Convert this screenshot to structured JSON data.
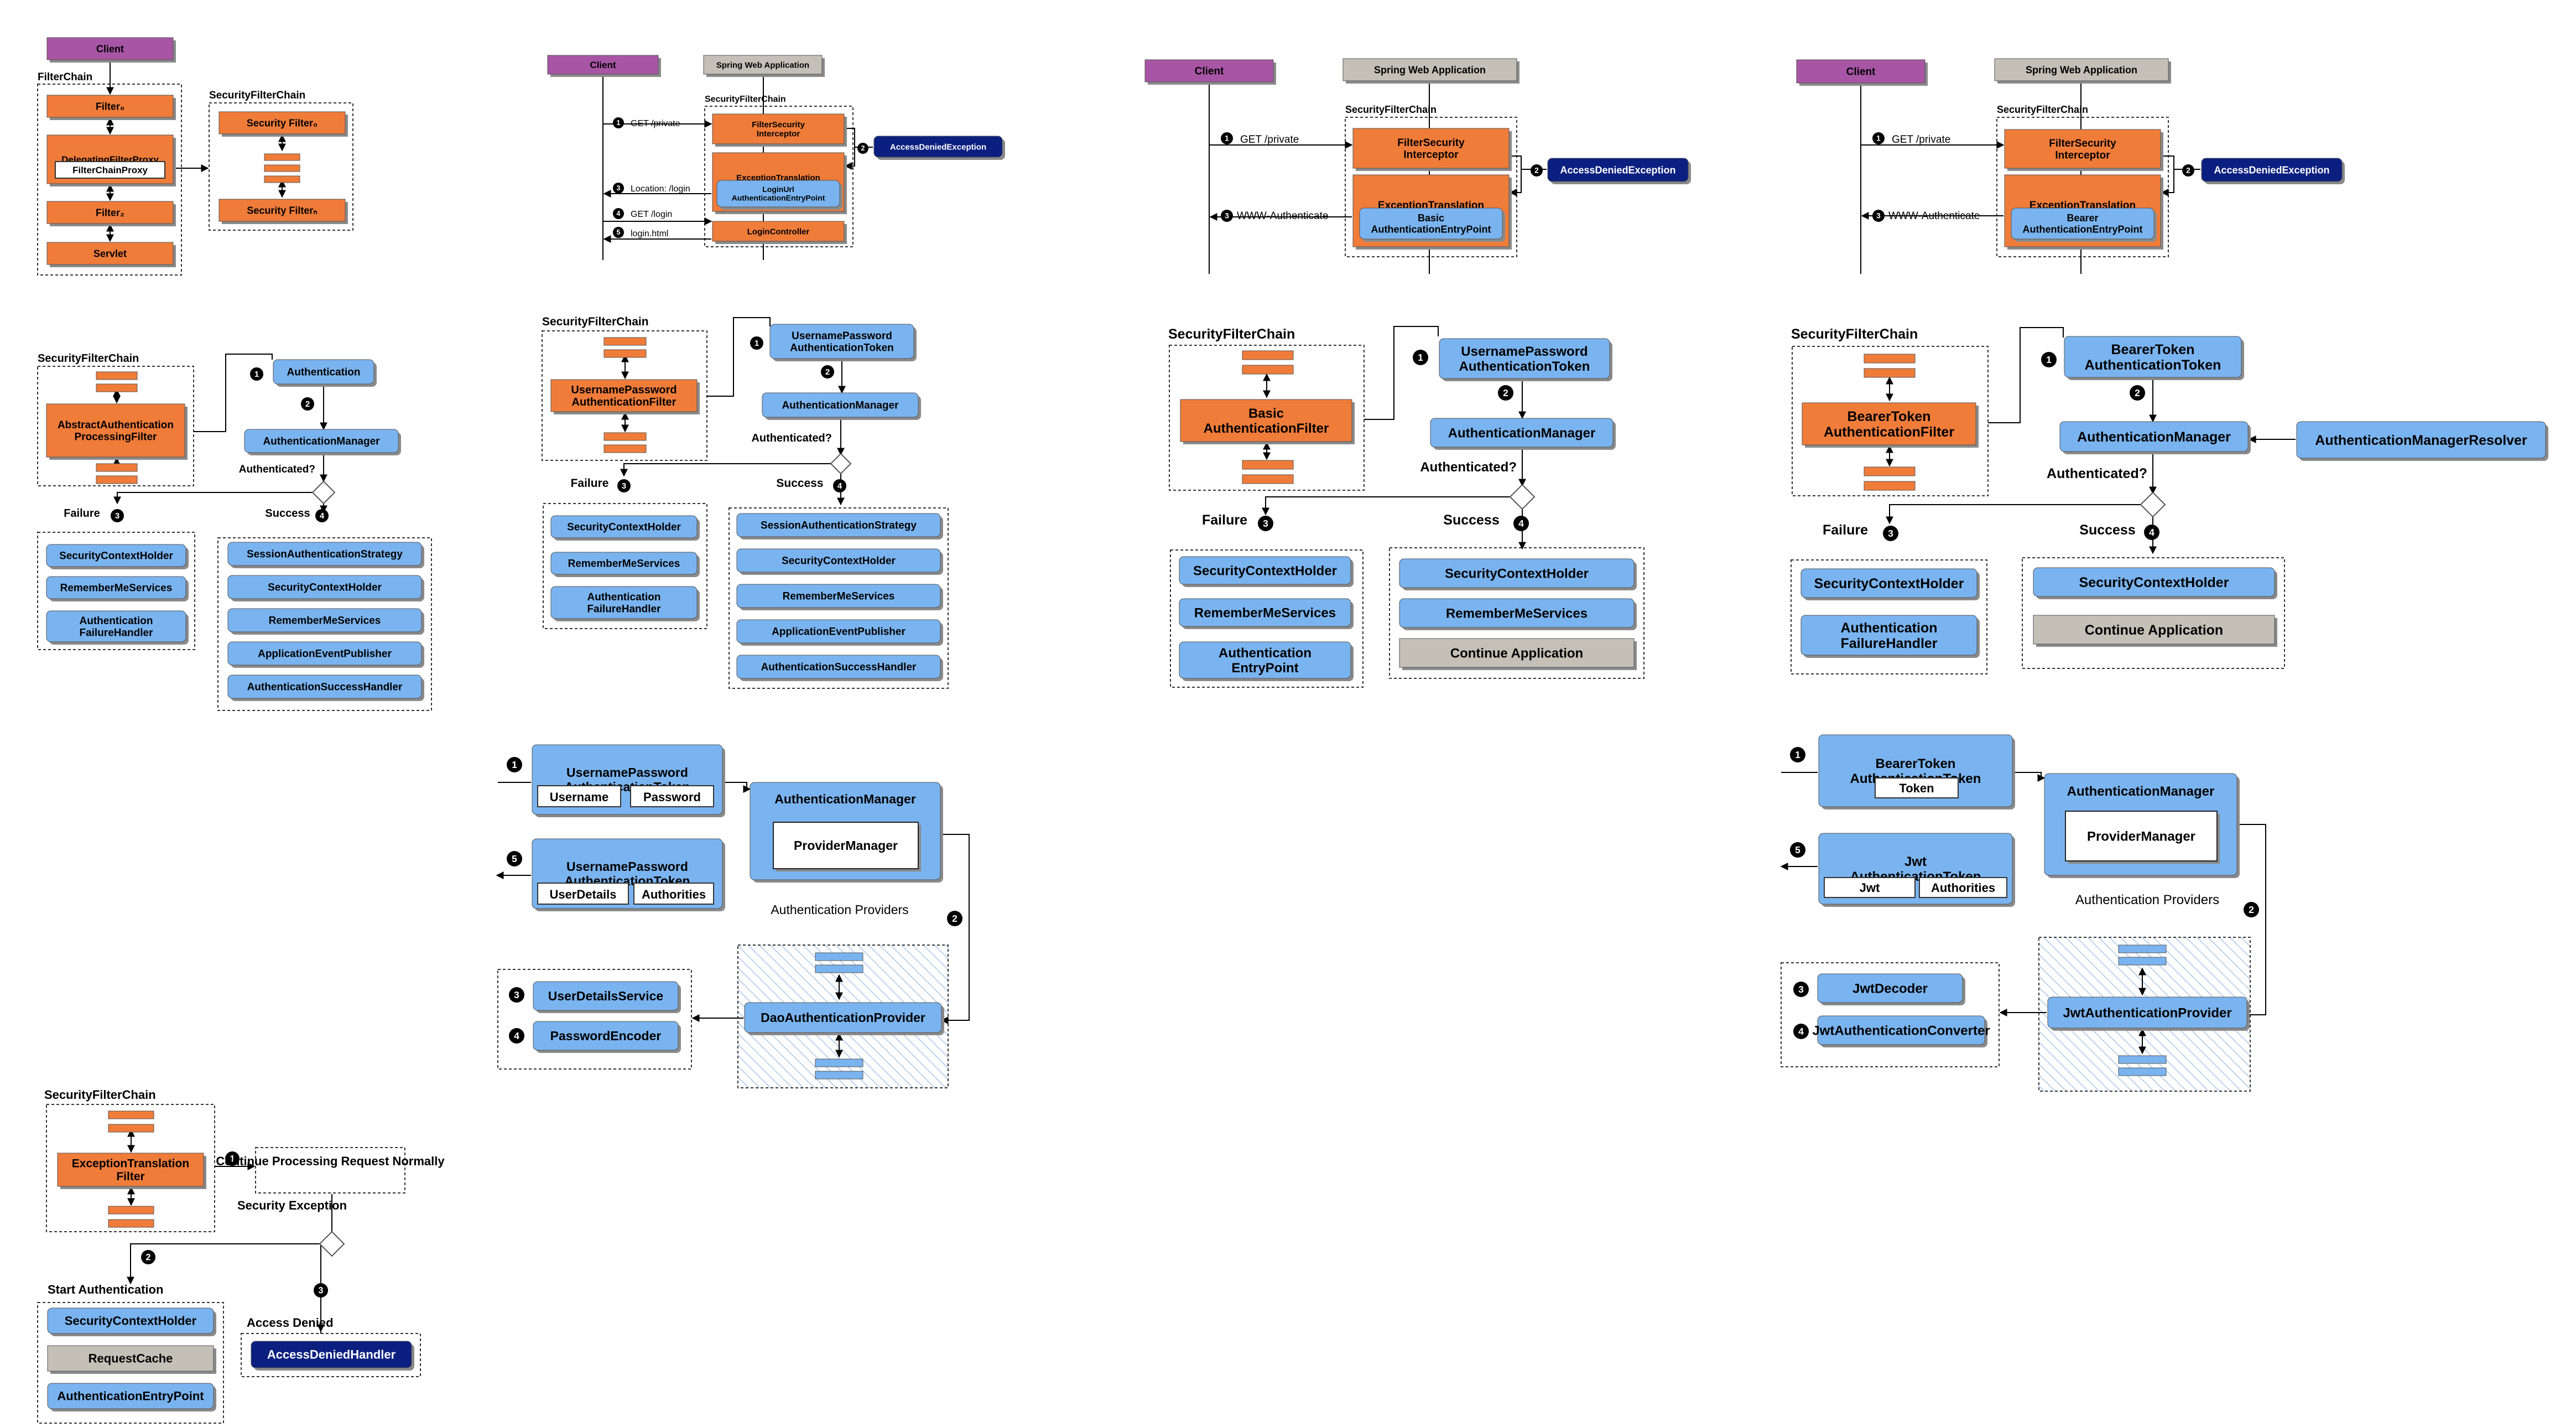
{
  "colors": {
    "orange": "#f07c3a",
    "blue": "#7ab4f0",
    "navy": "#0b1f80",
    "purple": "#a855a5",
    "gray": "#c4c0b8",
    "shadow": "#8a8a8a"
  },
  "d1": {
    "client": "Client",
    "filterchain_label": "FilterChain",
    "filter0": "Filter₀",
    "delegating": "DelegatingFilterProxy",
    "filterchainproxy": "FilterChainProxy",
    "filter2": "Filter₂",
    "servlet": "Servlet",
    "sfc_label": "SecurityFilterChain",
    "sec_filter0": "Security Filter₀",
    "sec_filtern": "Security Filterₙ"
  },
  "d2": {
    "client": "Client",
    "spring_app": "Spring Web Application",
    "sfc_label": "SecurityFilterChain",
    "fsi": "FilterSecurity Interceptor",
    "etf": "ExceptionTranslation Filter",
    "luaep": "LoginUrl AuthenticationEntryPoint",
    "login_controller": "LoginController",
    "ade": "AccessDeniedException",
    "msg1": "GET /private",
    "msg3": "Location: /login",
    "msg4": "GET /login",
    "msg5": "login.html"
  },
  "d3": {
    "client": "Client",
    "spring_app": "Spring Web Application",
    "sfc_label": "SecurityFilterChain",
    "fsi": "FilterSecurity Interceptor",
    "etf": "ExceptionTranslation Filter",
    "baep": "Basic AuthenticationEntryPoint",
    "ade": "AccessDeniedException",
    "msg1": "GET /private",
    "msg3": "WWW-Authenticate"
  },
  "d4": {
    "client": "Client",
    "spring_app": "Spring Web Application",
    "sfc_label": "SecurityFilterChain",
    "fsi": "FilterSecurity Interceptor",
    "etf": "ExceptionTranslation Filter",
    "baep": "Bearer AuthenticationEntryPoint",
    "ade": "AccessDeniedException",
    "msg1": "GET /private",
    "msg3": "WWW-Authenticate"
  },
  "d5": {
    "sfc_label": "SecurityFilterChain",
    "filter": "AbstractAuthentication ProcessingFilter",
    "authentication": "Authentication",
    "manager": "AuthenticationManager",
    "question": "Authenticated?",
    "failure": "Failure",
    "success": "Success",
    "fail_items": [
      "SecurityContextHolder",
      "RememberMeServices",
      "Authentication FailureHandler"
    ],
    "succ_items": [
      "SessionAuthenticationStrategy",
      "SecurityContextHolder",
      "RememberMeServices",
      "ApplicationEventPublisher",
      "AuthenticationSuccessHandler"
    ]
  },
  "d6": {
    "sfc_label": "SecurityFilterChain",
    "filter": "UsernamePassword AuthenticationFilter",
    "token": "UsernamePassword AuthenticationToken",
    "manager": "AuthenticationManager",
    "question": "Authenticated?",
    "failure": "Failure",
    "success": "Success",
    "fail_items": [
      "SecurityContextHolder",
      "RememberMeServices",
      "Authentication FailureHandler"
    ],
    "succ_items": [
      "SessionAuthenticationStrategy",
      "SecurityContextHolder",
      "RememberMeServices",
      "ApplicationEventPublisher",
      "AuthenticationSuccessHandler"
    ]
  },
  "d7": {
    "sfc_label": "SecurityFilterChain",
    "filter": "Basic AuthenticationFilter",
    "token": "UsernamePassword AuthenticationToken",
    "manager": "AuthenticationManager",
    "question": "Authenticated?",
    "failure": "Failure",
    "success": "Success",
    "fail_items": [
      "SecurityContextHolder",
      "RememberMeServices",
      "Authentication EntryPoint"
    ],
    "succ_items": [
      "SecurityContextHolder",
      "RememberMeServices",
      "Continue Application"
    ]
  },
  "d8": {
    "sfc_label": "SecurityFilterChain",
    "filter": "BearerToken AuthenticationFilter",
    "token": "BearerToken AuthenticationToken",
    "manager": "AuthenticationManager",
    "resolver": "AuthenticationManagerResolver",
    "question": "Authenticated?",
    "failure": "Failure",
    "success": "Success",
    "fail_items": [
      "SecurityContextHolder",
      "Authentication FailureHandler"
    ],
    "succ_items": [
      "SecurityContextHolder",
      "Continue Application"
    ]
  },
  "d9": {
    "token_in": "UsernamePassword AuthenticationToken",
    "username": "Username",
    "password": "Password",
    "token_out": "UsernamePassword AuthenticationToken",
    "userdetails": "UserDetails",
    "authorities": "Authorities",
    "manager": "AuthenticationManager",
    "provider_manager": "ProviderManager",
    "providers_label": "Authentication Providers",
    "dao": "DaoAuthenticationProvider",
    "uds": "UserDetailsService",
    "pe": "PasswordEncoder"
  },
  "d10": {
    "token_in": "BearerToken AuthenticationToken",
    "token": "Token",
    "token_out": "Jwt AuthenticationToken",
    "jwt": "Jwt",
    "authorities": "Authorities",
    "manager": "AuthenticationManager",
    "provider_manager": "ProviderManager",
    "providers_label": "Authentication Providers",
    "jwt_provider": "JwtAuthenticationProvider",
    "decoder": "JwtDecoder",
    "converter": "JwtAuthenticationConverter"
  },
  "d11": {
    "sfc_label": "SecurityFilterChain",
    "filter": "ExceptionTranslation Filter",
    "continue": "Continue Processing Request Normally",
    "exception": "Security Exception",
    "start_auth": "Start Authentication",
    "access_denied": "Access Denied",
    "start_items": [
      "SecurityContextHolder",
      "RequestCache",
      "AuthenticationEntryPoint"
    ],
    "handler": "AccessDeniedHandler"
  }
}
